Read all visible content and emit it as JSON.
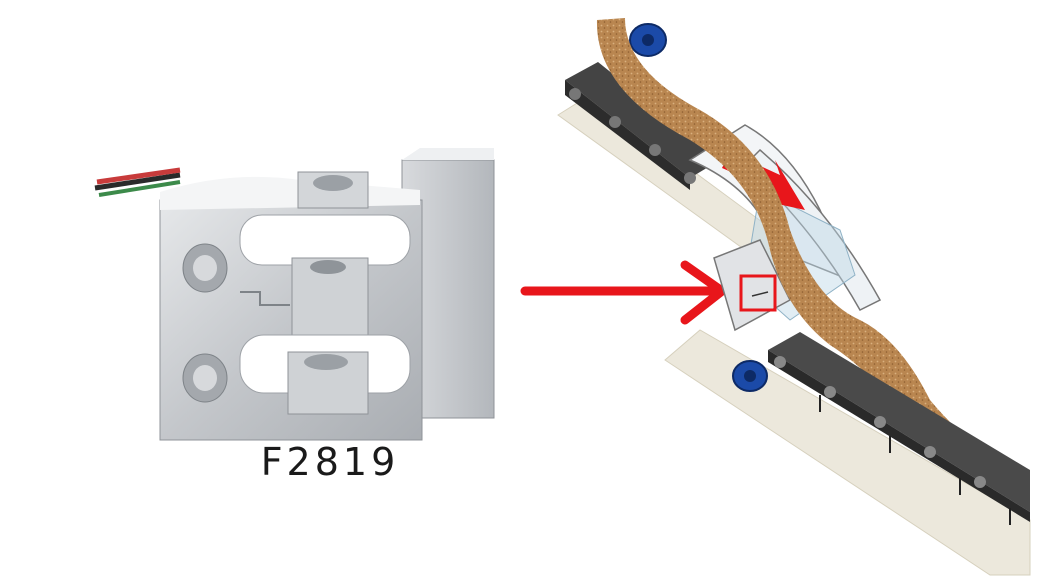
{
  "product": {
    "model_label": "F2819"
  },
  "colors": {
    "arrow": "#e8161b",
    "load_cell_body": "#c9cbce",
    "load_cell_shadow": "#9ea2a7",
    "material": "#b98650",
    "motor": "#1b4aa8",
    "belt": "#3a3a3a",
    "floor": "#ece8dc"
  },
  "icons": [
    "load-cell-image",
    "conveyor-illustration",
    "pointer-arrow"
  ]
}
